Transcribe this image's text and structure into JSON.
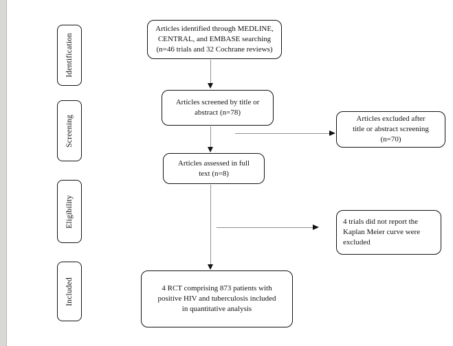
{
  "page": {
    "background_color": "#ffffff",
    "left_strip_color": "#d8d8d5",
    "box_border_color": "#111111",
    "arrow_shaft_color": "#8f8f8f",
    "arrow_head_color": "#111111"
  },
  "stages": [
    {
      "id": "identification",
      "label": "Identification"
    },
    {
      "id": "screening",
      "label": "Screening"
    },
    {
      "id": "eligibility",
      "label": "Eligibility"
    },
    {
      "id": "included",
      "label": "Included"
    }
  ],
  "nodes": {
    "identified": {
      "lines": [
        "Articles identified through MEDLINE,",
        "CENTRAL, and EMBASE searching",
        "(n=46 trials and 32 Cochrane reviews)"
      ]
    },
    "screened": {
      "lines": [
        "Articles screened by title or",
        "abstract (n=78)"
      ]
    },
    "excluded_screening": {
      "lines": [
        "Articles excluded after",
        "title or abstract screening",
        "(n=70)"
      ]
    },
    "full_text": {
      "lines": [
        "Articles assessed in full",
        "text (n=8)"
      ]
    },
    "excluded_full_text": {
      "lines": [
        "4 trials did not report the",
        "Kaplan Meier curve were",
        "excluded"
      ]
    },
    "included_analysis": {
      "lines": [
        "4 RCT comprising 873 patients with",
        "positive HIV and tuberculosis included",
        "in quantitative analysis"
      ]
    }
  }
}
